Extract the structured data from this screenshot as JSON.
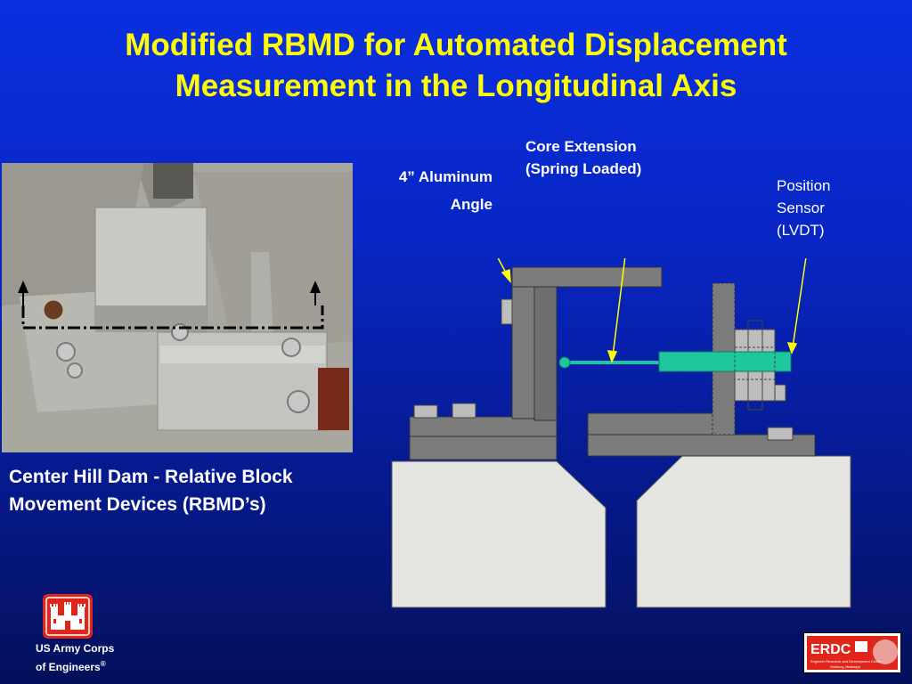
{
  "title": {
    "line1": "Modified RBMD for Automated Displacement",
    "line2": "Measurement in the Longitudinal Axis"
  },
  "photo_caption": {
    "line1": "Center Hill Dam - Relative Block",
    "line2": "Movement Devices (RBMD’s)"
  },
  "labels": {
    "aluminum_line1": "4” Aluminum",
    "aluminum_line2": "Angle",
    "core_line1": "Core Extension",
    "core_line2": "(Spring Loaded)",
    "sensor_line1": "Position",
    "sensor_line2": "Sensor",
    "sensor_line3": "(LVDT)"
  },
  "org": {
    "line1": "US Army Corps",
    "line2": "of Engineers",
    "mark": "®"
  },
  "erdc_logo": {
    "text": "ERDC",
    "subtitle": "Engineer Research and Development Center",
    "place": "Vicksburg, Mississippi"
  },
  "colors": {
    "title": "#ffff00",
    "text": "#ffffff",
    "background_top": "#0a2fe0",
    "background_bottom": "#04105a",
    "angle_fill": "#777777",
    "sensor_fill": "#1fc79e",
    "arrow": "#ffff00"
  }
}
